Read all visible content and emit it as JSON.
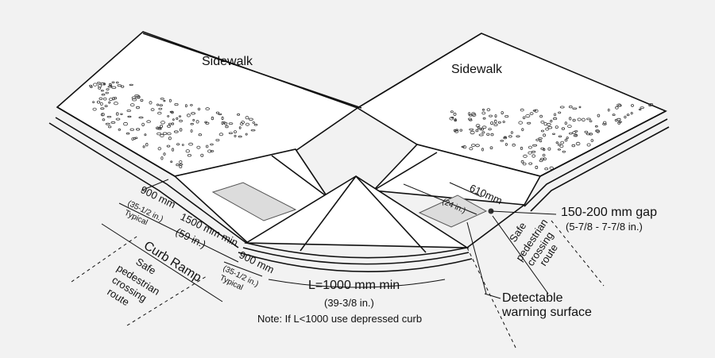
{
  "labels": {
    "sidewalk_left": "Sidewalk",
    "sidewalk_right": "Sidewalk",
    "left_900": "900 mm",
    "left_35": "(35-1/2 in.)",
    "left_typical": "Typical",
    "left_1500": "1500 mm min",
    "left_59": "(59 in.)",
    "right_900": "900 mm",
    "right_35": "(35-1/2 in.)",
    "right_typical": "Typical",
    "curb_ramp": "Curb Ramp",
    "safe_left_1": "Safe",
    "safe_left_2": "pedestrian",
    "safe_left_3": "crossing",
    "safe_left_4": "route",
    "l_min": "L=1000 mm min",
    "l_in": "(39-3/8 in.)",
    "note": "Note: If L<1000 use depressed curb",
    "dim_610": "610mm",
    "dim_24": "(24 in.)",
    "gap_mm": "150-200 mm gap",
    "gap_in": "(5-7/8 - 7-7/8 in.)",
    "safe_right_1": "Safe",
    "safe_right_2": "pedestrian",
    "safe_right_3": "crossing",
    "safe_right_4": "route",
    "detectable_1": "Detectable",
    "detectable_2": "warning surface"
  },
  "colors": {
    "background": "#f2f2f2",
    "line": "#111111",
    "warning_fill": "#dcdcdc"
  }
}
